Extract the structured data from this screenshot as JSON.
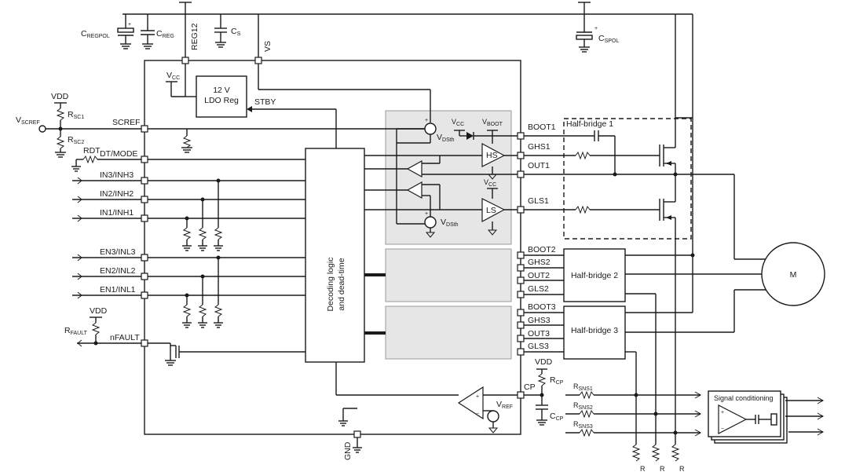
{
  "labels": {
    "cregpol": "C",
    "cregpol_sub": "REGPOL",
    "creg": "C",
    "creg_sub": "REG",
    "reg12": "REG12",
    "cs": "C",
    "cs_sub": "S",
    "vs": "VS",
    "cspol": "C",
    "cspol_sub": "SPOL",
    "vcc_ldo": "V",
    "vcc_ldo_sub": "CC",
    "ldo_line1": "12 V",
    "ldo_line2": "LDO Reg",
    "stby": "STBY",
    "vdd_top": "VDD",
    "rsc1": "R",
    "rsc1_sub": "SC1",
    "rsc2": "R",
    "rsc2_sub": "SC2",
    "vscref": "V",
    "vscref_sub": "SCREF",
    "scref": "SCREF",
    "rdt": "RDT",
    "dtmode": "DT/MODE",
    "in3": "IN3/INH3",
    "in2": "IN2/INH2",
    "in1": "IN1/INH1",
    "en3": "EN3/INL3",
    "en2": "EN2/INL2",
    "en1": "EN1/INL1",
    "vdd_fault": "VDD",
    "rfault": "R",
    "rfault_sub": "FAULT",
    "nfault": "nFAULT",
    "decoding_line1": "Decoding logic",
    "decoding_line2": "and dead-time",
    "vdsth1": "V",
    "vdsth1_sub": "DSth",
    "vdsth2": "V",
    "vdsth2_sub": "DSth",
    "vcc_hs": "V",
    "vcc_hs_sub": "CC",
    "vboot": "V",
    "vboot_sub": "BOOT",
    "vcc_ls": "V",
    "vcc_ls_sub": "CC",
    "hs": "HS",
    "ls": "LS",
    "boot1": "BOOT1",
    "ghs1": "GHS1",
    "out1": "OUT1",
    "gls1": "GLS1",
    "halfbridge1": "Half-bridge 1",
    "boot2": "BOOT2",
    "ghs2": "GHS2",
    "out2": "OUT2",
    "gls2": "GLS2",
    "halfbridge2": "Half-bridge 2",
    "boot3": "BOOT3",
    "ghs3": "GHS3",
    "out3": "OUT3",
    "gls3": "GLS3",
    "halfbridge3": "Half-bridge 3",
    "motor": "M",
    "cp": "CP",
    "vref": "V",
    "vref_sub": "REF",
    "vdd_cp": "VDD",
    "rcp": "R",
    "rcp_sub": "CP",
    "ccp": "C",
    "ccp_sub": "CP",
    "gnd": "GND",
    "rsns1": "R",
    "rsns1_sub": "SNS1",
    "rsns2": "R",
    "rsns2_sub": "SNS2",
    "rsns3": "R",
    "rsns3_sub": "SNS3",
    "signal_conditioning": "Signal conditioning",
    "r_bottom_1": "R",
    "r_bottom_2": "R",
    "r_bottom_3": "R"
  }
}
